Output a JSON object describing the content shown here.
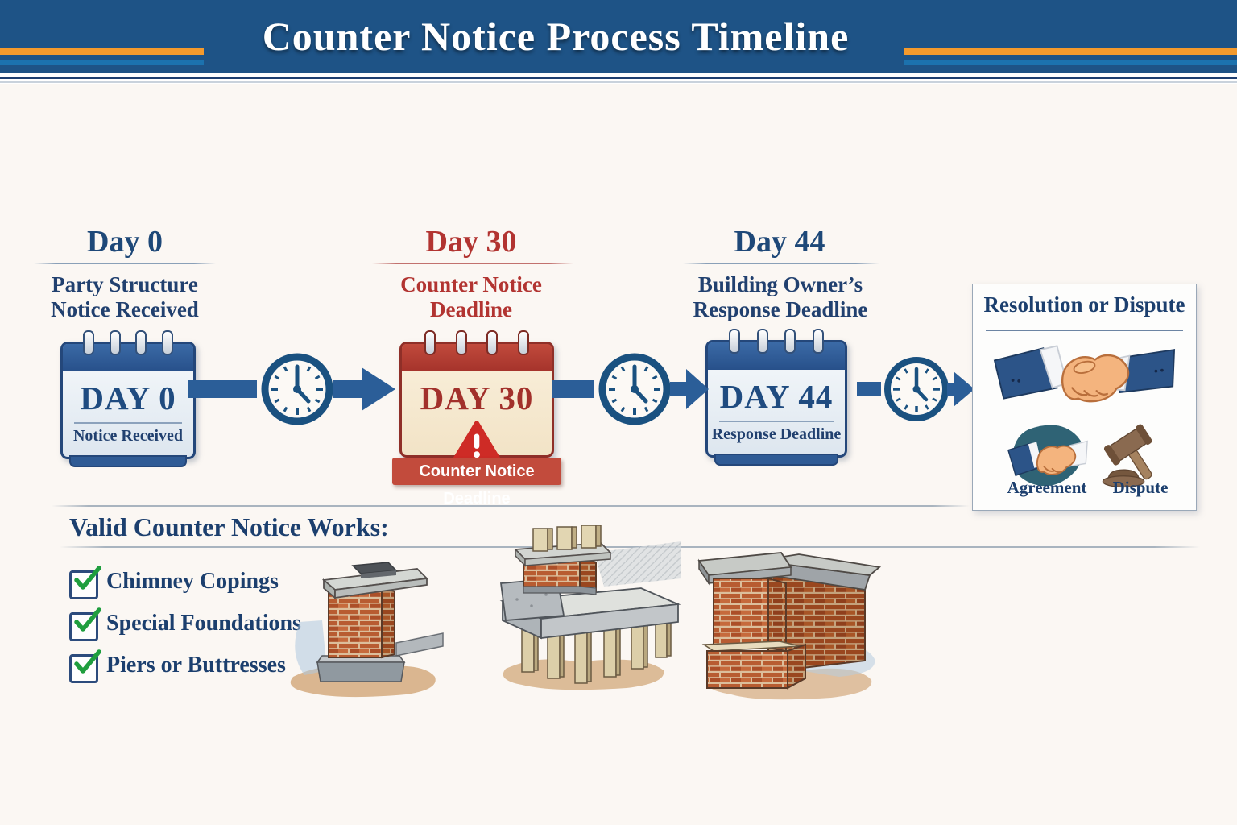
{
  "header": {
    "title": "Counter Notice Process Timeline"
  },
  "timeline": {
    "stages": [
      {
        "title": "Day 0",
        "subtitle_line1": "Party Structure",
        "subtitle_line2": "Notice Received",
        "calendar_day": "DAY 0",
        "calendar_caption": "Notice Received"
      },
      {
        "title": "Day 30",
        "subtitle_line1": "Counter Notice",
        "subtitle_line2": "Deadline",
        "calendar_day": "DAY 30",
        "calendar_banner": "Counter Notice Deadline"
      },
      {
        "title": "Day 44",
        "subtitle_line1": "Building Owner’s",
        "subtitle_line2": "Response Deadline",
        "calendar_day": "DAY 44",
        "calendar_caption": "Response Deadline"
      }
    ],
    "resolution": {
      "title": "Resolution or Dispute",
      "outcome_left": "Agreement",
      "outcome_right": "Dispute"
    }
  },
  "works": {
    "heading": "Valid Counter Notice Works:",
    "items": [
      "Chimney Copings",
      "Special Foundations",
      "Piers or Buttresses"
    ]
  },
  "icons": {
    "clock": "clock-icon",
    "arrow": "arrow-right-icon",
    "warning": "warning-triangle-icon",
    "handshake": "handshake-icon",
    "agreement": "agreement-handshake-icon",
    "gavel": "gavel-icon",
    "checkbox": "checkbox-checked-icon",
    "calendar": "calendar-icon"
  },
  "colors": {
    "header_blue": "#1E5386",
    "stripe_orange": "#F49A2D",
    "stripe_blue": "#1C72AE",
    "navy_text": "#1C3F6E",
    "red_accent": "#B23431",
    "banner_red": "#C24B3C",
    "arrow_blue": "#2B5E98",
    "clock_navy": "#1A5180",
    "green_check": "#1F9E3E",
    "background": "#FBF7F3"
  }
}
